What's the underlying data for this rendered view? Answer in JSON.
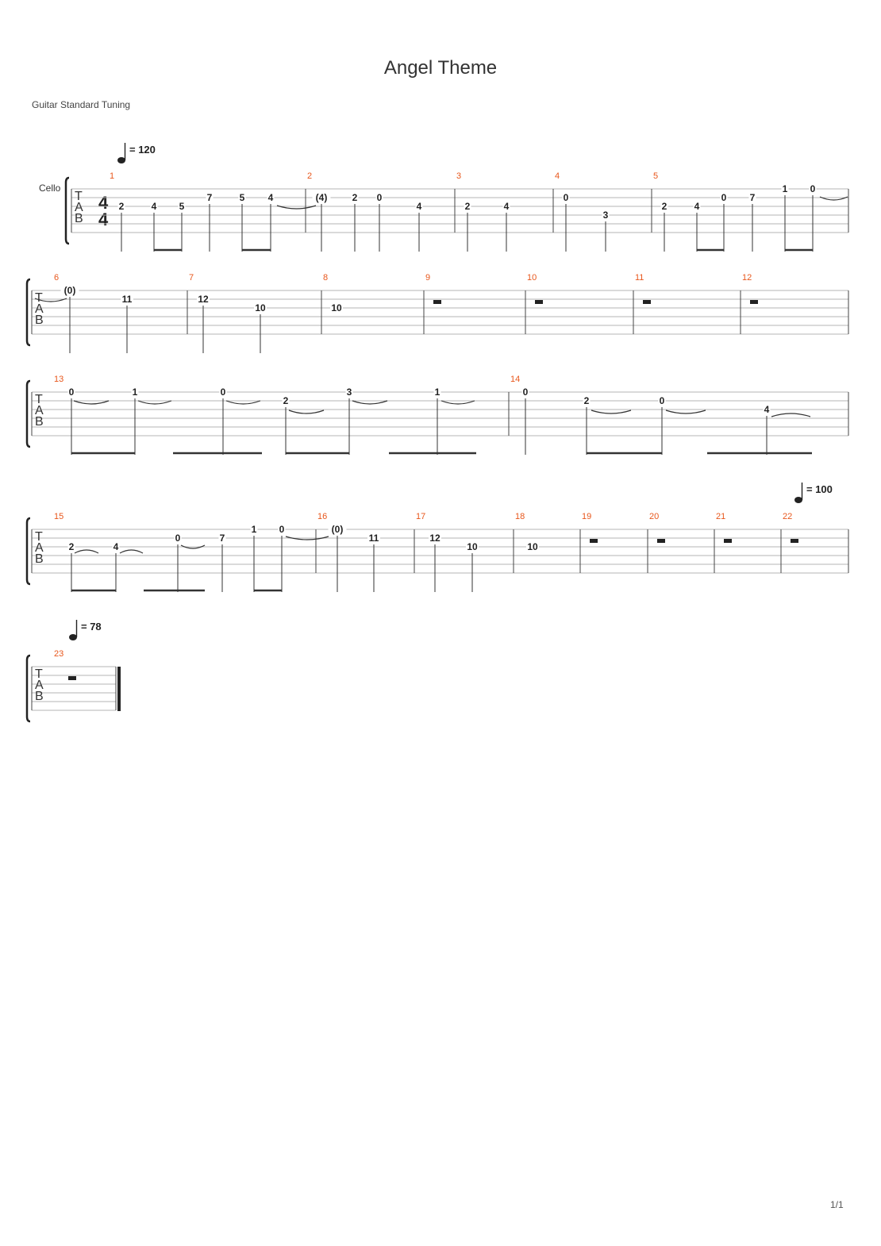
{
  "title": "Angel Theme",
  "tuning": "Guitar Standard Tuning",
  "page": "1/1",
  "instrument": "Cello",
  "time_signature": "4/4",
  "tab_letters": [
    "T",
    "A",
    "B"
  ],
  "colors": {
    "measure_number": "#e8571c",
    "staff_line": "#b4b4b4",
    "text": "#222222"
  },
  "tempos": [
    "= 120",
    "= 100",
    "= 78"
  ],
  "systems": [
    {
      "measures": [
        {
          "num": "1",
          "notes": [
            {
              "fret": "2",
              "string": 3,
              "stem": true
            },
            {
              "fret": "4",
              "string": 3,
              "stem": true
            },
            {
              "fret": "5",
              "string": 3,
              "stem": true
            },
            {
              "fret": "7",
              "string": 2,
              "stem": true
            },
            {
              "fret": "5",
              "string": 2,
              "stem": true
            },
            {
              "fret": "4",
              "string": 2,
              "stem": true
            }
          ]
        },
        {
          "num": "2",
          "notes": [
            {
              "fret": "(4)",
              "string": 2,
              "stem": true
            },
            {
              "fret": "2",
              "string": 2,
              "stem": true
            },
            {
              "fret": "0",
              "string": 2,
              "stem": true
            },
            {
              "fret": "4",
              "string": 3,
              "stem": true
            }
          ]
        },
        {
          "num": "3",
          "notes": [
            {
              "fret": "2",
              "string": 3,
              "stem": true
            },
            {
              "fret": "4",
              "string": 3,
              "stem": true
            }
          ]
        },
        {
          "num": "4",
          "notes": [
            {
              "fret": "0",
              "string": 2,
              "stem": true
            },
            {
              "fret": "3",
              "string": 4,
              "stem": true
            }
          ]
        },
        {
          "num": "5",
          "notes": [
            {
              "fret": "2",
              "string": 3,
              "stem": true
            },
            {
              "fret": "4",
              "string": 3,
              "stem": true
            },
            {
              "fret": "0",
              "string": 2,
              "stem": true
            },
            {
              "fret": "7",
              "string": 2,
              "stem": true
            },
            {
              "fret": "1",
              "string": 1,
              "stem": true
            },
            {
              "fret": "0",
              "string": 1,
              "stem": true
            }
          ]
        }
      ]
    },
    {
      "measures": [
        {
          "num": "6",
          "notes": [
            {
              "fret": "(0)",
              "string": 1,
              "stem": true
            },
            {
              "fret": "11",
              "string": 2,
              "stem": true
            }
          ]
        },
        {
          "num": "7",
          "notes": [
            {
              "fret": "12",
              "string": 2,
              "stem": true
            },
            {
              "fret": "10",
              "string": 3,
              "stem": true
            }
          ]
        },
        {
          "num": "8",
          "notes": [
            {
              "fret": "10",
              "string": 3,
              "stem": false
            }
          ]
        },
        {
          "num": "9",
          "rest": true
        },
        {
          "num": "10",
          "rest": true
        },
        {
          "num": "11",
          "rest": true
        },
        {
          "num": "12",
          "rest": true
        }
      ]
    },
    {
      "measures": [
        {
          "num": "13",
          "notes": [
            {
              "fret": "0",
              "string": 1,
              "stem": true
            },
            {
              "fret": "1",
              "string": 1,
              "stem": true
            },
            {
              "fret": "0",
              "string": 1,
              "stem": true
            },
            {
              "fret": "2",
              "string": 2,
              "stem": true
            },
            {
              "fret": "3",
              "string": 1,
              "stem": true
            },
            {
              "fret": "1",
              "string": 1,
              "stem": true
            }
          ]
        },
        {
          "num": "14",
          "notes": [
            {
              "fret": "0",
              "string": 1,
              "stem": true
            },
            {
              "fret": "2",
              "string": 2,
              "stem": true
            },
            {
              "fret": "0",
              "string": 2,
              "stem": true
            },
            {
              "fret": "4",
              "string": 3,
              "stem": true
            }
          ]
        }
      ]
    },
    {
      "measures": [
        {
          "num": "15",
          "notes": [
            {
              "fret": "2",
              "string": 3,
              "stem": true
            },
            {
              "fret": "4",
              "string": 3,
              "stem": true
            },
            {
              "fret": "0",
              "string": 2,
              "stem": true
            },
            {
              "fret": "7",
              "string": 2,
              "stem": true
            },
            {
              "fret": "1",
              "string": 1,
              "stem": true
            },
            {
              "fret": "0",
              "string": 1,
              "stem": true
            }
          ]
        },
        {
          "num": "16",
          "notes": [
            {
              "fret": "(0)",
              "string": 1,
              "stem": true
            },
            {
              "fret": "11",
              "string": 2,
              "stem": true
            }
          ]
        },
        {
          "num": "17",
          "notes": [
            {
              "fret": "12",
              "string": 2,
              "stem": true
            },
            {
              "fret": "10",
              "string": 3,
              "stem": true
            }
          ]
        },
        {
          "num": "18",
          "notes": [
            {
              "fret": "10",
              "string": 3,
              "stem": false
            }
          ]
        },
        {
          "num": "19",
          "rest": true
        },
        {
          "num": "20",
          "rest": true
        },
        {
          "num": "21",
          "rest": true
        },
        {
          "num": "22",
          "rest": true
        }
      ]
    },
    {
      "measures": [
        {
          "num": "23",
          "rest": true
        }
      ]
    }
  ]
}
